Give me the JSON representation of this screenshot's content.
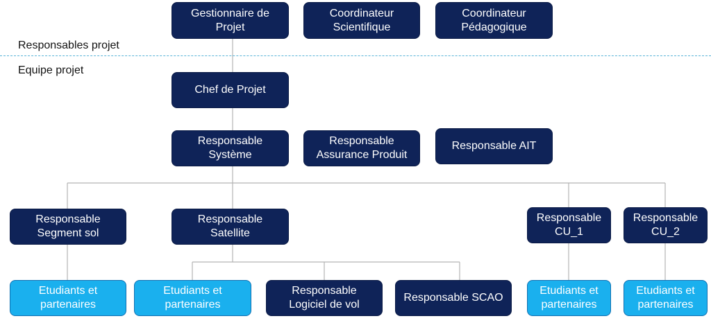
{
  "sections": {
    "top_label": "Responsables projet",
    "bottom_label": "Equipe projet"
  },
  "nodes": {
    "gestionnaire": "Gestionnaire de\nProjet",
    "coord_scientifique": "Coordinateur\nScientifique",
    "coord_pedagogique": "Coordinateur\nPédagogique",
    "chef_projet": "Chef de Projet",
    "resp_systeme": "Responsable\nSystème",
    "resp_assurance": "Responsable\nAssurance Produit",
    "resp_ait": "Responsable AIT",
    "resp_segment_sol": "Responsable\nSegment sol",
    "resp_satellite": "Responsable\nSatellite",
    "resp_cu1": "Responsable\nCU_1",
    "resp_cu2": "Responsable\nCU_2",
    "etudiants_sol": "Etudiants et\npartenaires",
    "etudiants_sat": "Etudiants et\npartenaires",
    "resp_logiciel": "Responsable\nLogiciel de vol",
    "resp_scao": "Responsable SCAO",
    "etudiants_cu1": "Etudiants et\npartenaires",
    "etudiants_cu2": "Etudiants et\npartenaires"
  },
  "colors": {
    "dark_box": "#0f2358",
    "light_box": "#1ab0ee",
    "connector": "#b3b3b3",
    "divider": "#5ab4d8"
  }
}
